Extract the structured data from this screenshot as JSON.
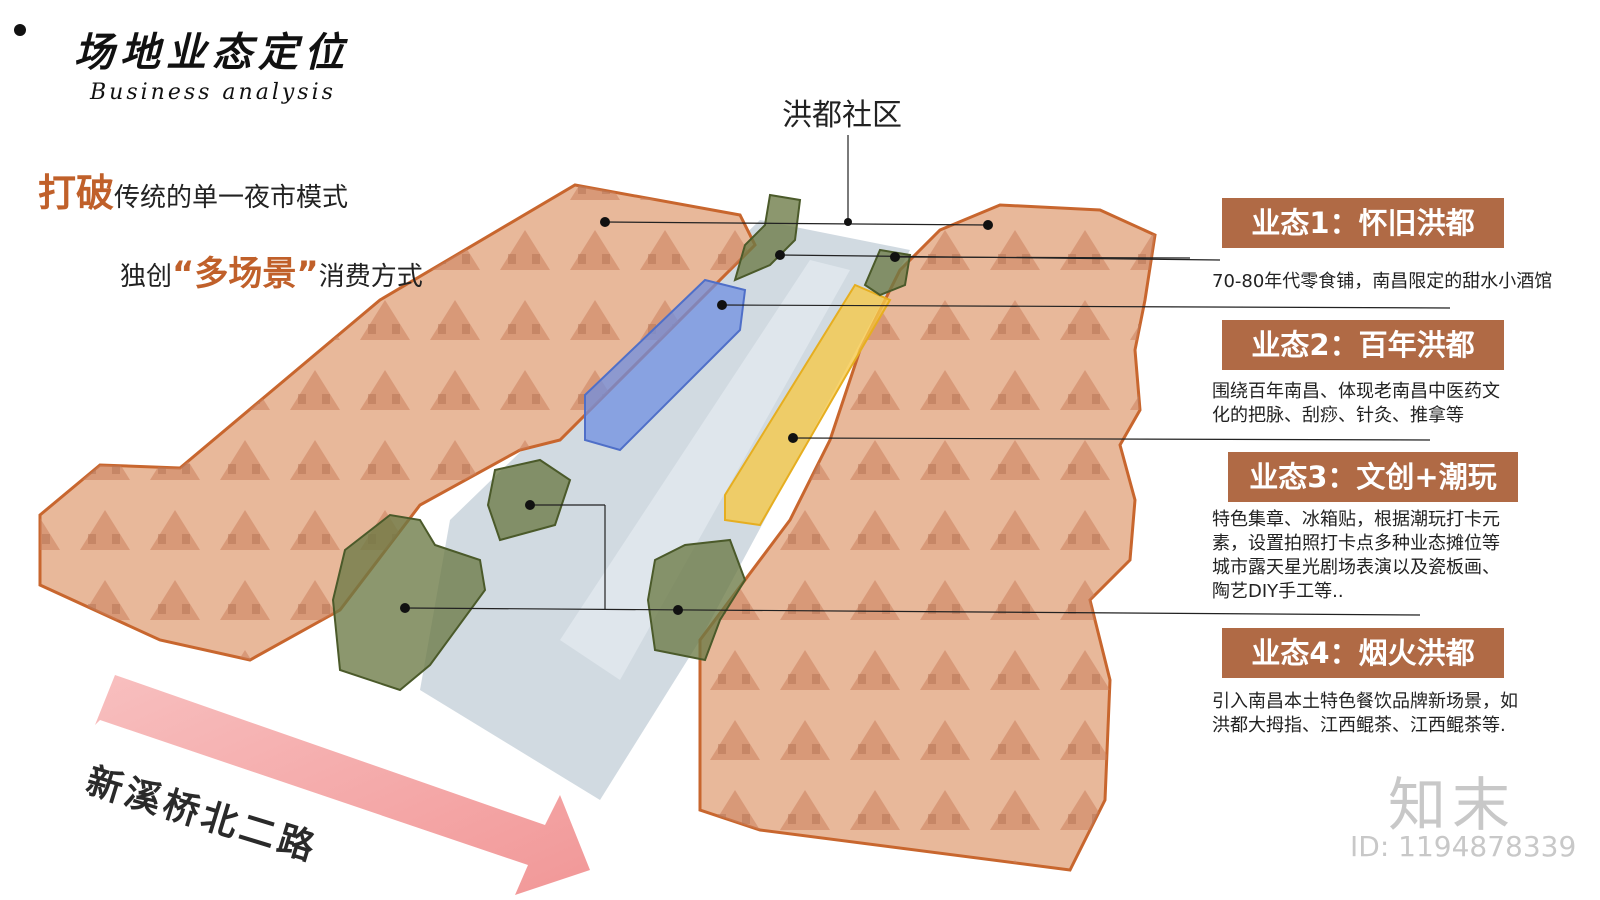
{
  "header": {
    "title": "场地业态定位",
    "subtitle": "Business analysis"
  },
  "slogan": {
    "line1_emphasis": "打破",
    "line1_rest": "传统的单一夜市模式",
    "line2_prefix": "独创",
    "line2_emphasis": "“多场景”",
    "line2_suffix": "消费方式"
  },
  "community_label": "洪都社区",
  "road_label": "新溪桥北二路",
  "formats": [
    {
      "label": "业态1：怀旧洪都",
      "description": "70-80年代零食铺，南昌限定的甜水小酒馆"
    },
    {
      "label": "业态2：百年洪都",
      "description": "围绕百年南昌、体现老南昌中医药文化的把脉、刮痧、针灸、推拿等"
    },
    {
      "label": "业态3：文创+潮玩",
      "description": "特色集章、冰箱贴，根据潮玩打卡元素，设置拍照打卡点多种业态摊位等城市露天星光剧场表演以及瓷板画、陶艺DIY手工等.."
    },
    {
      "label": "业态4：烟火洪都",
      "description": "引入南昌本土特色餐饮品牌新场景，如洪都大拇指、江西鲲茶、江西鲲茶等."
    }
  ],
  "watermark": {
    "logo": "知末",
    "id": "ID: 1194878339"
  },
  "colors": {
    "accent": "#c0602a",
    "badge": "#b06a45",
    "building_fill": "#e8b89a",
    "building_outline": "#c8662e",
    "zone_green": "#6b7a45",
    "zone_blue": "#6f8fe0",
    "zone_yellow": "#f5c84a",
    "arrow": "#f3a0a0"
  }
}
